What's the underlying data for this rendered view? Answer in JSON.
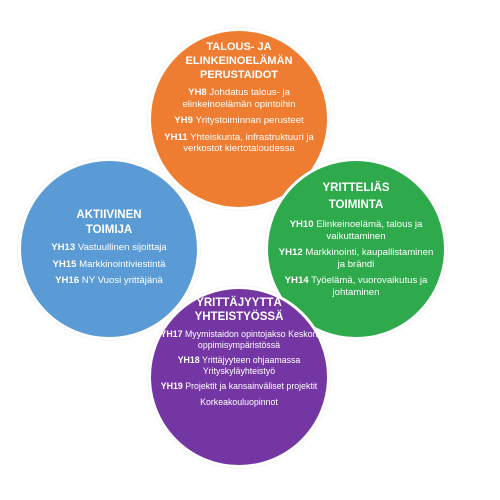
{
  "colors": {
    "top": "#ee7d31",
    "left": "#5b9bd5",
    "right": "#2eaa4c",
    "bottom": "#7436a3"
  },
  "top": {
    "title_line1": "TALOUS- JA",
    "title_line2": "ELINKEINOELÄMÄN",
    "title_line3": "PERUSTAIDOT",
    "items": [
      {
        "code": "YH8",
        "text": "Johdatus talous- ja elinkeinoelämän opintoihin"
      },
      {
        "code": "YH9",
        "text": "Yritystoiminnan perusteet"
      },
      {
        "code": "YH11",
        "text": "Yhteiskunta, infrastruktuuri ja verkostot kiertotaloudessa"
      }
    ]
  },
  "left": {
    "title_line1": "AKTIIVINEN",
    "title_line2": "TOIMIJA",
    "items": [
      {
        "code": "YH13",
        "text": "Vastuullinen sijoittaja"
      },
      {
        "code": "YH15",
        "text": "Markkinointiviestintä"
      },
      {
        "code": "YH16",
        "text": "NY Vuosi yrittäjänä"
      }
    ]
  },
  "right": {
    "title_line1": "YRITTELIÄS",
    "title_line2": "TOIMINTA",
    "items": [
      {
        "code": "YH10",
        "text": "Elinkeinoelämä, talous ja vaikuttaminen"
      },
      {
        "code": "YH12",
        "text": "Markkinointi, kaupallistaminen ja brändi"
      },
      {
        "code": "YH14",
        "text": "Työelämä, vuorovaikutus ja johtaminen"
      }
    ]
  },
  "bottom": {
    "title_line1": "YRITTÄJYYTTÄ",
    "title_line2": "YHTEISTYÖSSÄ",
    "items": [
      {
        "code": "YH17",
        "text": "Myymistaidon opintojakso Keskon oppimisympäristössä"
      },
      {
        "code": "YH18",
        "text": "Yrittäjyyteen ohjaamassa Yrityskyläyhteistyö"
      },
      {
        "code": "YH19",
        "text": "Projektit ja kansainväliset projektit"
      },
      {
        "code": "",
        "text": "Korkeakouluopinnot"
      }
    ]
  }
}
